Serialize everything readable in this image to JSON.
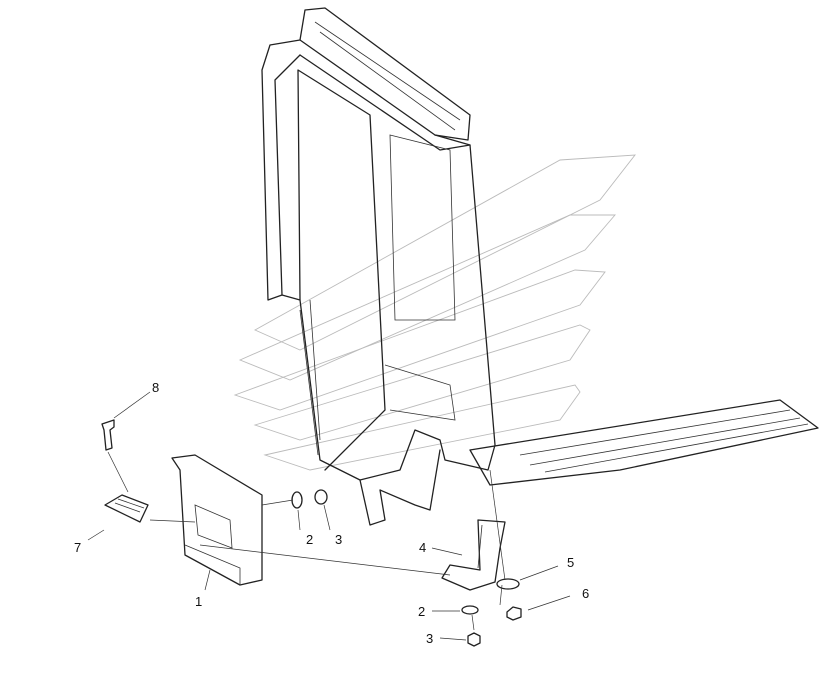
{
  "diagram": {
    "callouts": [
      {
        "id": "c8",
        "text": "8"
      },
      {
        "id": "c7",
        "text": "7"
      },
      {
        "id": "c1",
        "text": "1"
      },
      {
        "id": "c2a",
        "text": "2"
      },
      {
        "id": "c3a",
        "text": "3"
      },
      {
        "id": "c4",
        "text": "4"
      },
      {
        "id": "c5",
        "text": "5"
      },
      {
        "id": "c6",
        "text": "6"
      },
      {
        "id": "c2b",
        "text": "2"
      },
      {
        "id": "c3b",
        "text": "3"
      }
    ]
  }
}
